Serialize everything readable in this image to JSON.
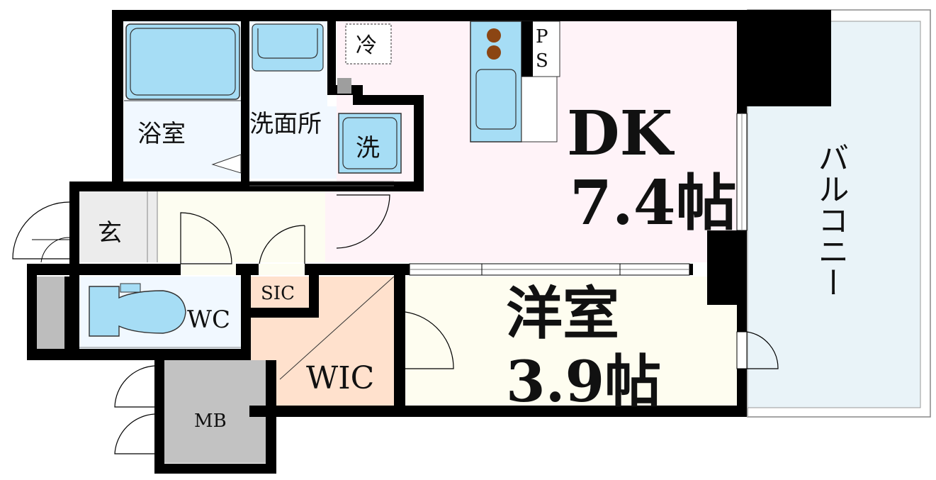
{
  "rooms": {
    "bath": "浴室",
    "washroom": "洗面所",
    "washer": "洗",
    "fridge": "冷",
    "ps_p": "P",
    "ps_s": "S",
    "dk_name": "DK",
    "dk_size": "7.4帖",
    "entrance": "玄",
    "sic": "SIC",
    "wc": "WC",
    "wic": "WIC",
    "western_name": "洋室",
    "western_size": "3.9帖",
    "mb": "MB",
    "balcony": "バルコニー"
  },
  "colors": {
    "wall": "#000000",
    "bath": "#f1f8ff",
    "fixture": "#a6ddf5",
    "dk": "#fff3f8",
    "entrance": "#ececec",
    "hall": "#fdfdf1",
    "western": "#fefdf0",
    "wic": "#ffe1cd",
    "wc": "#f1f8ff",
    "mb": "#c2c2c2",
    "balcony": "#e9f3f8",
    "stove": "#8b4513"
  }
}
